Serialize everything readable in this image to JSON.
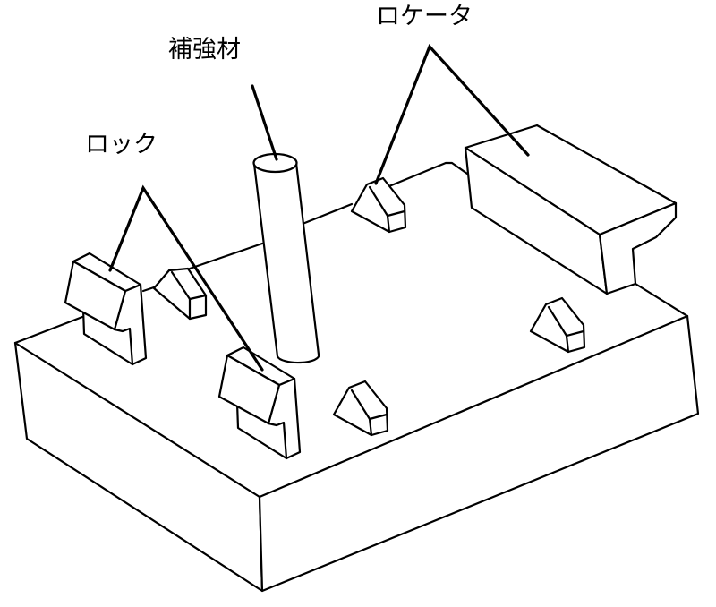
{
  "labels": {
    "lock": "ロック",
    "reinforcement": "補強材",
    "locator": "ロケータ"
  },
  "colors": {
    "line": "#000000",
    "background": "#ffffff"
  }
}
